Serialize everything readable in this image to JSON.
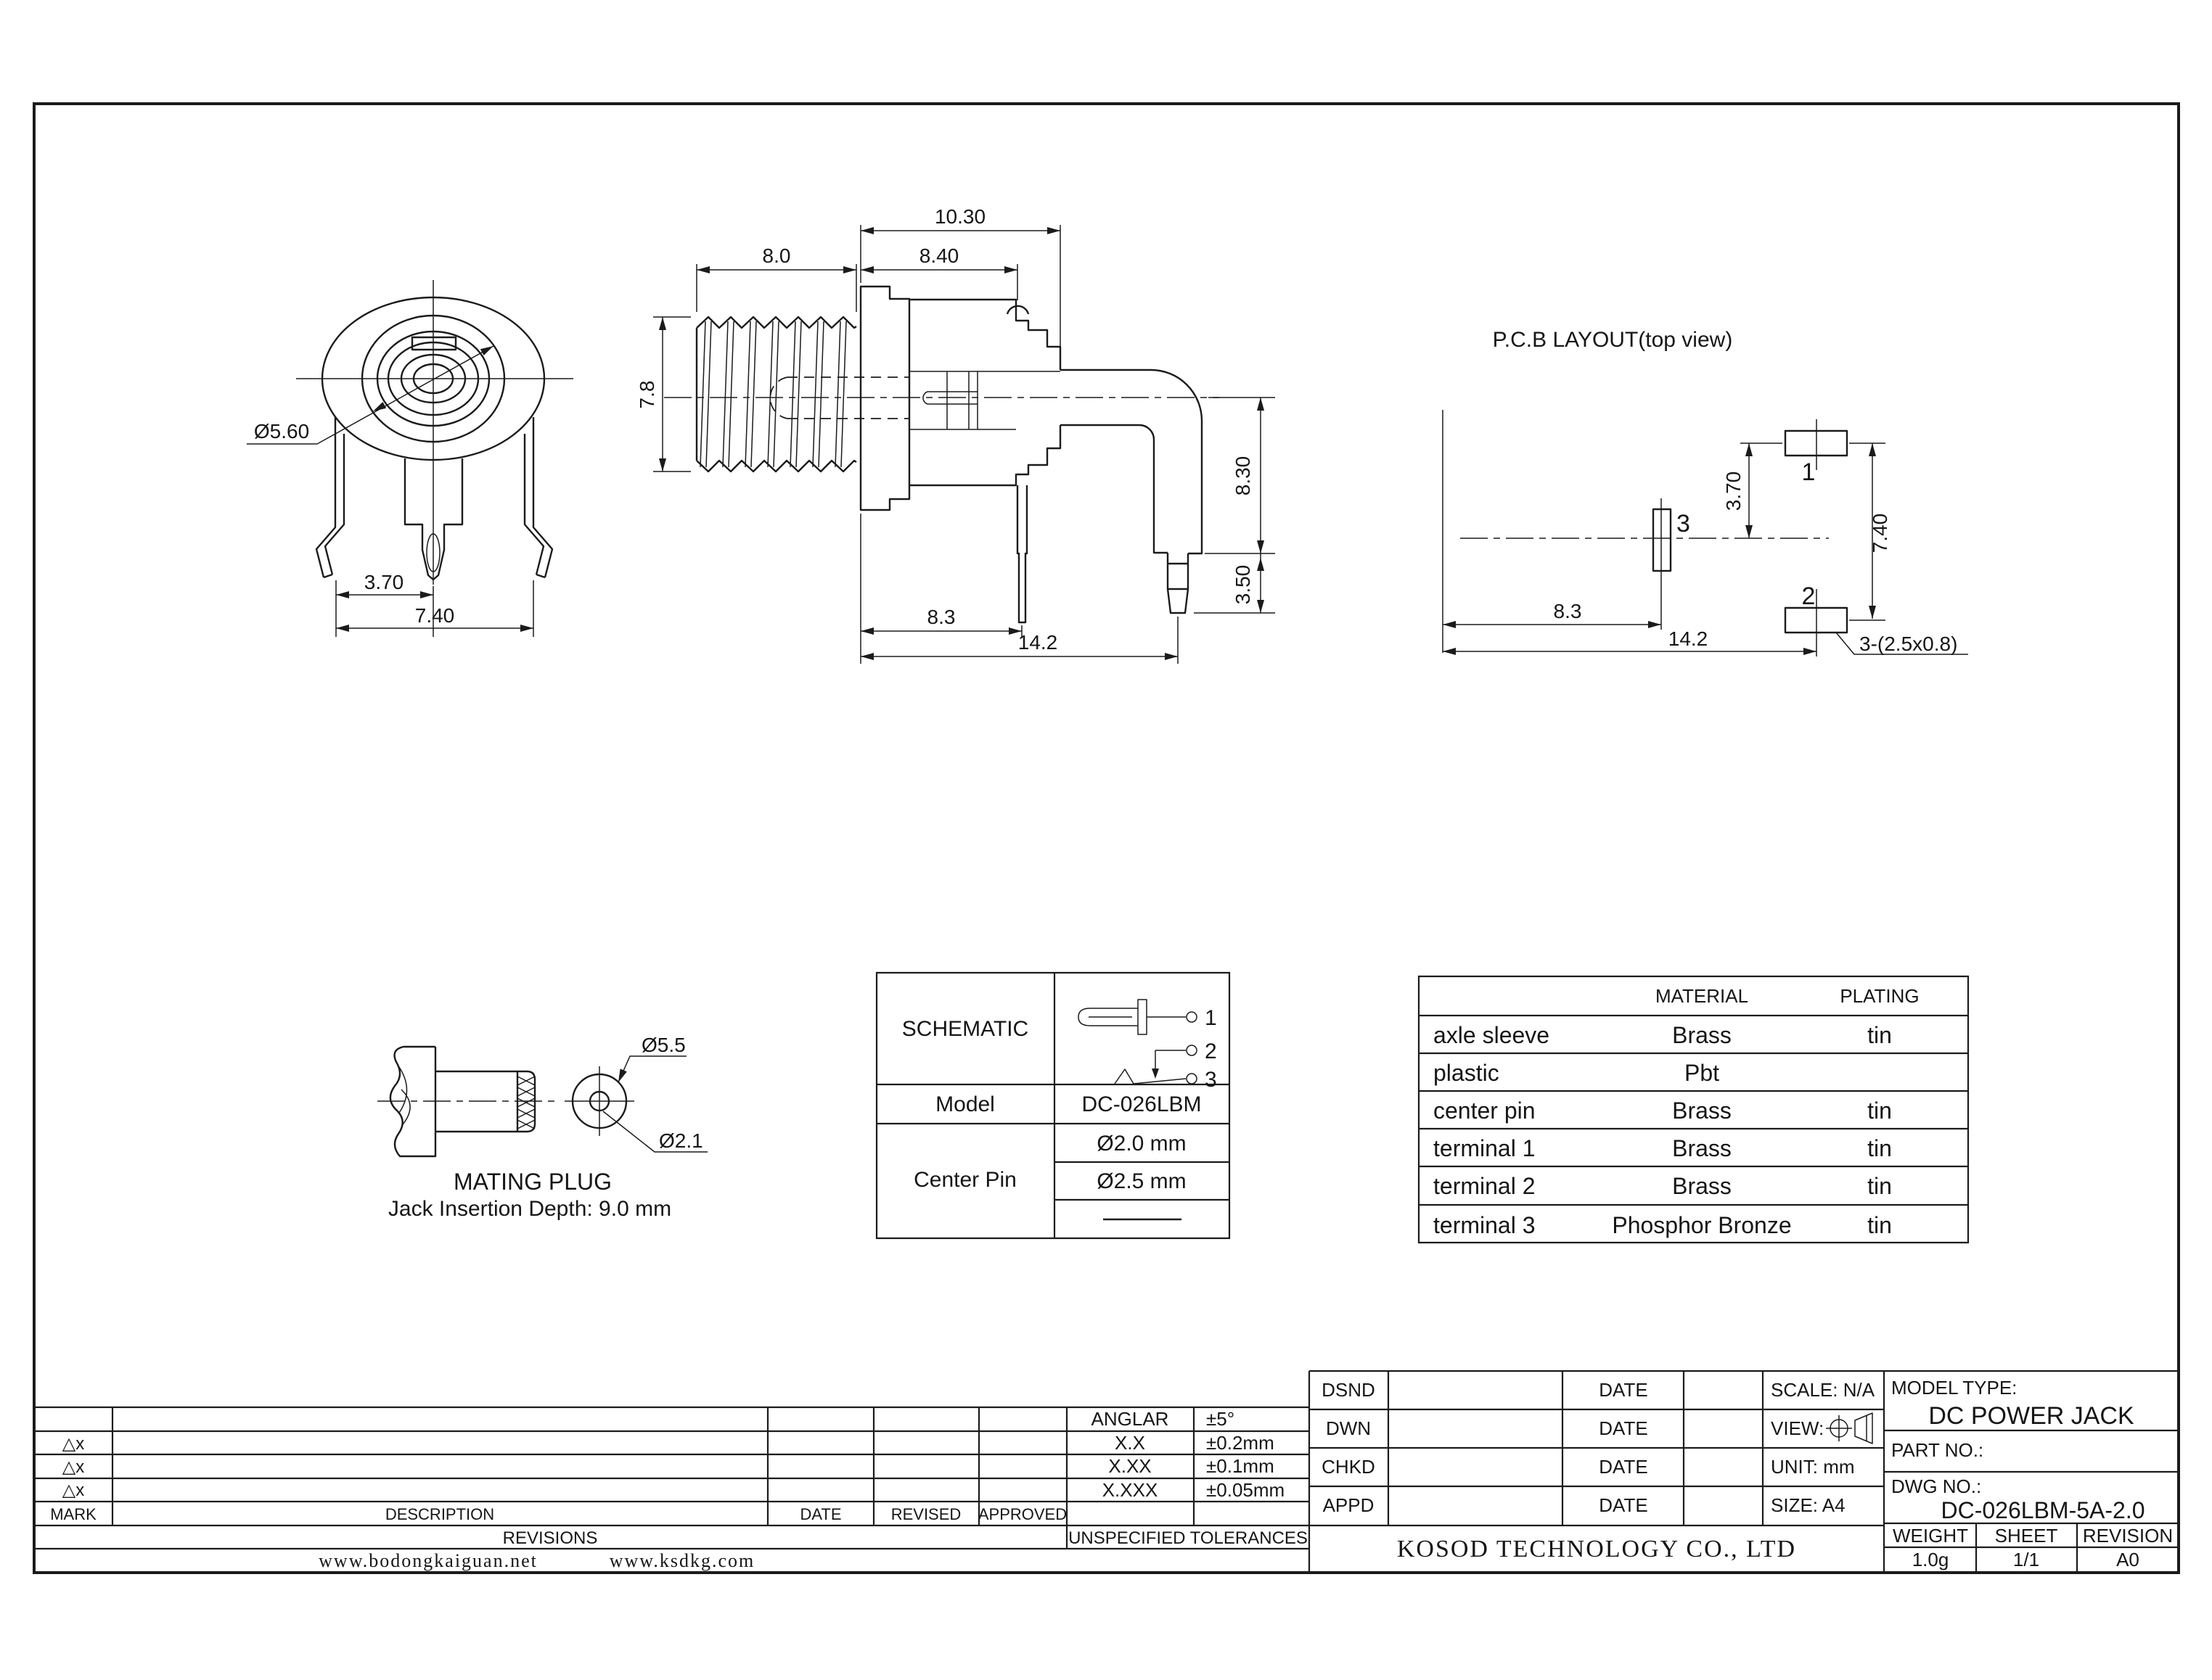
{
  "front_view": {
    "dia_bezel": "Ø5.60",
    "pitch": "3.70",
    "span": "7.40"
  },
  "side_view": {
    "overall": "10.30",
    "thread_len": "8.0",
    "body_len": "8.40",
    "thread_dia": "7.8",
    "height": "8.30",
    "tip_len": "3.50",
    "pin3_offset": "8.3",
    "pin_offset": "14.2"
  },
  "pcb_layout": {
    "title": "P.C.B LAYOUT(top view)",
    "pad1": "1",
    "pad2": "2",
    "pad3": "3",
    "dim_370": "3.70",
    "dim_740": "7.40",
    "dim_83": "8.3",
    "dim_142": "14.2",
    "hole_note": "3-(2.5x0.8)"
  },
  "mating_plug": {
    "dia_outer": "Ø5.5",
    "dia_pin": "Ø2.1",
    "title": "MATING PLUG",
    "insertion": "Jack Insertion Depth: 9.0 mm"
  },
  "schematic": {
    "title": "SCHEMATIC",
    "model_label": "Model",
    "model": "DC-026LBM",
    "center_pin_label": "Center Pin",
    "pin_20": "Ø2.0 mm",
    "pin_25": "Ø2.5 mm",
    "pin1": "1",
    "pin2": "2",
    "pin3": "3"
  },
  "materials": {
    "material_header": "MATERIAL",
    "plating_header": "PLATING",
    "rows": [
      {
        "part": "axle sleeve",
        "material": "Brass",
        "plating": "tin"
      },
      {
        "part": "plastic",
        "material": "Pbt",
        "plating": ""
      },
      {
        "part": "center pin",
        "material": "Brass",
        "plating": "tin"
      },
      {
        "part": "terminal 1",
        "material": "Brass",
        "plating": "tin"
      },
      {
        "part": "terminal 2",
        "material": "Brass",
        "plating": "tin"
      },
      {
        "part": "terminal 3",
        "material": "Phosphor Bronze",
        "plating": "tin"
      }
    ]
  },
  "title_block": {
    "dsnd": "DSND",
    "dwn": "DWN",
    "chkd": "CHKD",
    "appd": "APPD",
    "date": "DATE",
    "scale": "SCALE: N/A",
    "view": "VIEW:",
    "unit": "UNIT: mm",
    "size": "SIZE: A4",
    "model_type_label": "MODEL TYPE:",
    "model_type": "DC POWER JACK",
    "part_no_label": "PART NO.:",
    "dwg_no_label": "DWG NO.:",
    "dwg_no": "DC-026LBM-5A-2.0",
    "weight_label": "WEIGHT",
    "sheet_label": "SHEET",
    "revision_label": "REVISION",
    "weight": "1.0g",
    "sheet": "1/1",
    "revision": "A0",
    "company": "KOSOD TECHNOLOGY CO., LTD",
    "mark": "MARK",
    "description": "DESCRIPTION",
    "revised": "REVISED",
    "approved": "APPROVED",
    "revisions": "REVISIONS",
    "unspecified": "UNSPECIFIED TOLERANCES",
    "anglar_label": "ANGLAR",
    "anglar": "±5°",
    "x1_label": "X.X",
    "x1": "±0.2mm",
    "x2_label": "X.XX",
    "x2": "±0.1mm",
    "x3_label": "X.XXX",
    "x3": "±0.05mm",
    "delta": "△x",
    "site1": "www.bodongkaiguan.net",
    "site2": "www.ksdkg.com"
  }
}
